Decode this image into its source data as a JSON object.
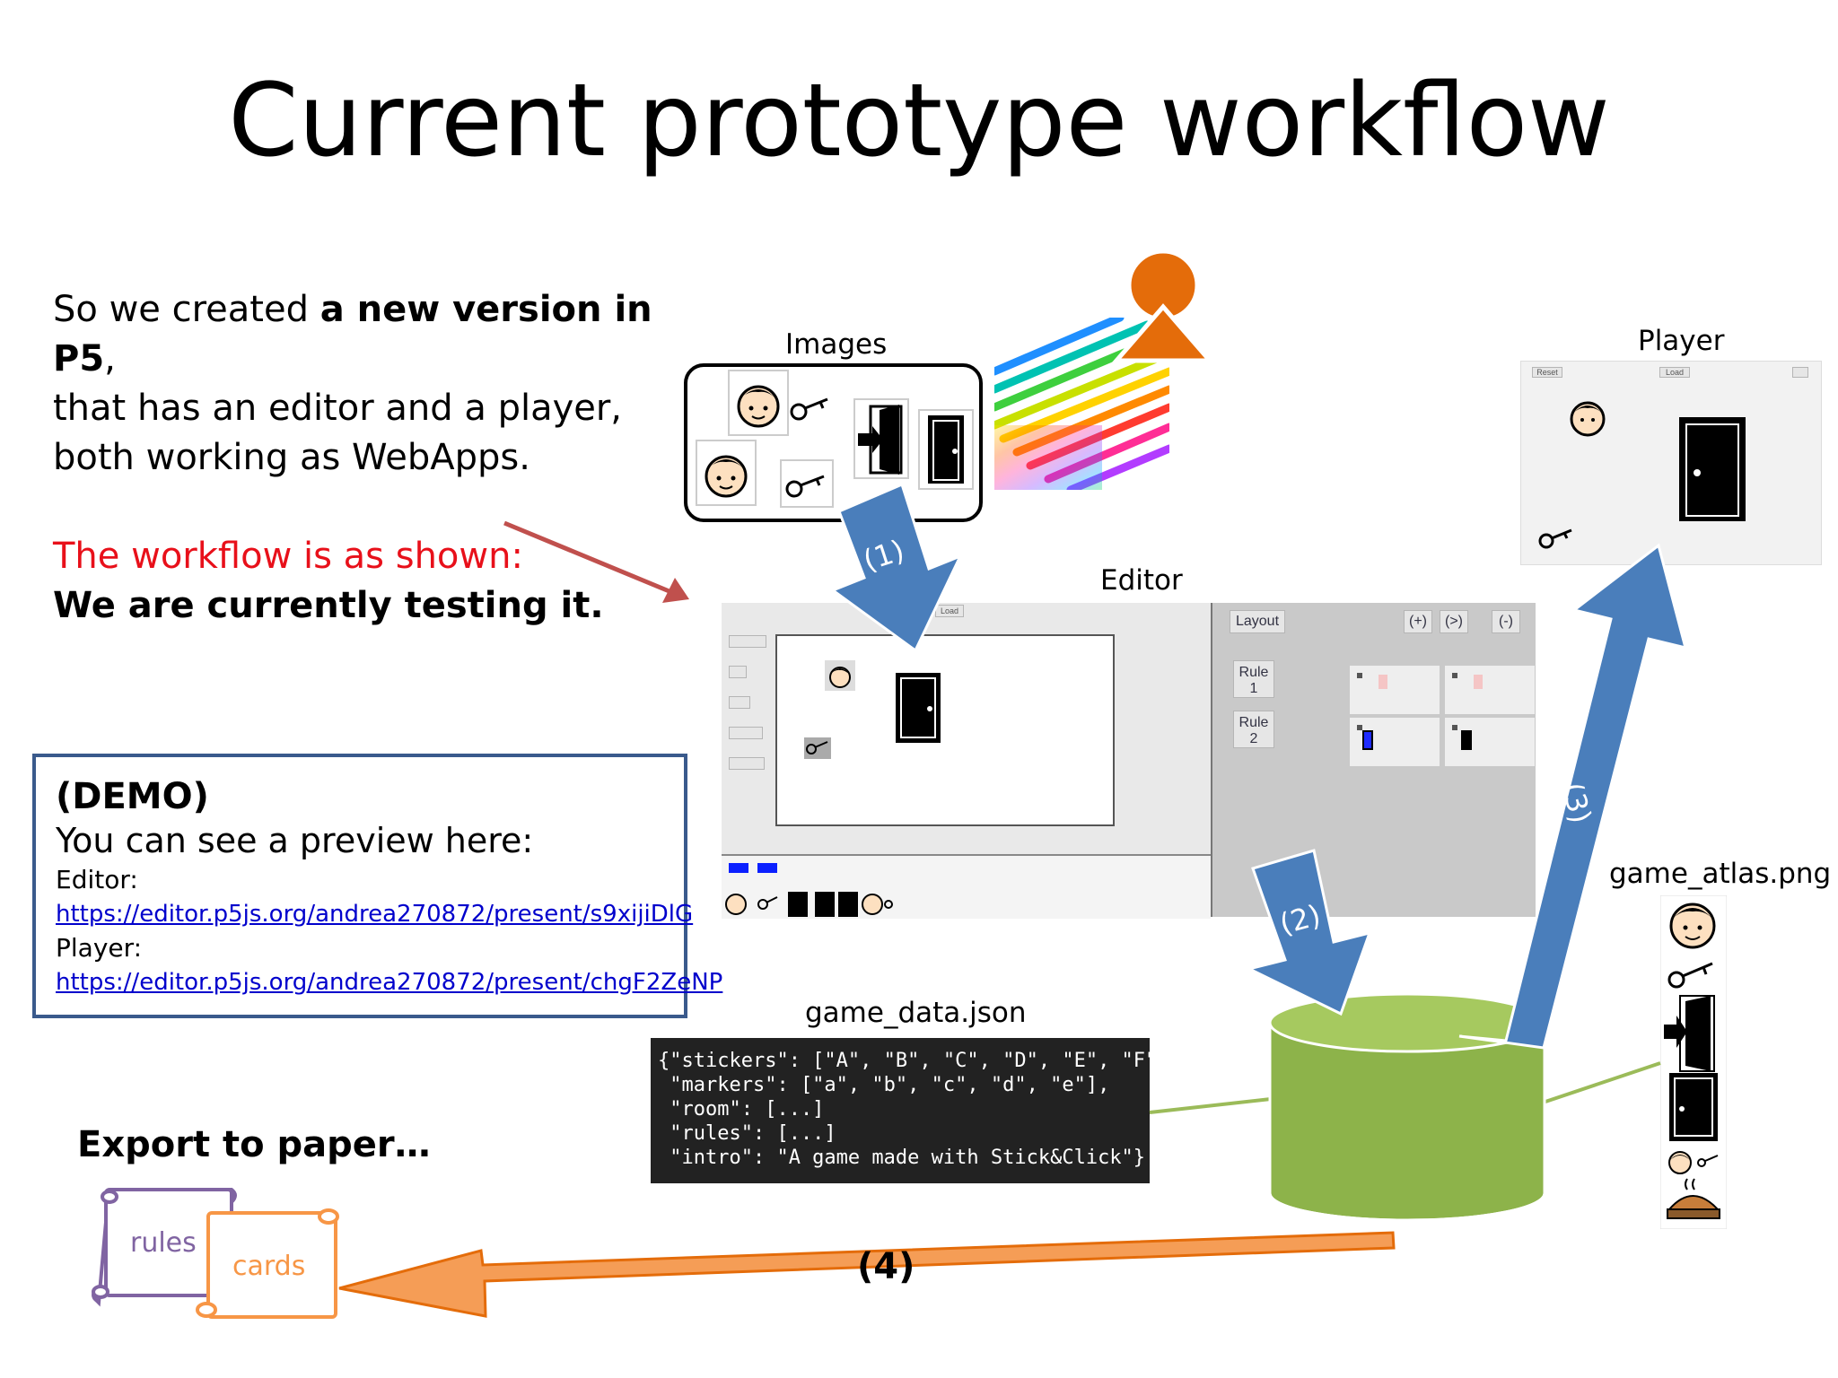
{
  "title": "Current prototype workflow",
  "intro": {
    "line1_pre": "So we created ",
    "line1_bold": "a new version in P5",
    "line1_post": ",",
    "line2": "that has an editor and a player,",
    "line3": "both working as WebApps.",
    "workflow_red": "The workflow is as shown:",
    "testing_bold": "We are currently testing it."
  },
  "demo": {
    "heading": "(DEMO)",
    "preview": "You can see a preview here:",
    "editor_label": "Editor:",
    "editor_url": "https://editor.p5js.org/andrea270872/present/s9xijiDlG",
    "player_label": "Player:",
    "player_url": "https://editor.p5js.org/andrea270872/present/chgF2ZeNP"
  },
  "labels": {
    "images": "Images",
    "editor": "Editor",
    "player": "Player",
    "game_atlas": "game_atlas.png",
    "game_data": "game_data.json",
    "export": "Export to paper…",
    "rules_scroll": "rules",
    "cards_scroll": "cards"
  },
  "steps": {
    "s1": "(1)",
    "s2": "(2)",
    "s3": "(3)",
    "s4": "(4)"
  },
  "json_code": "{\"stickers\": [\"A\", \"B\", \"C\", \"D\", \"E\", \"F\"],\n \"markers\": [\"a\", \"b\", \"c\", \"d\", \"e\"],\n \"room\": [...]\n \"rules\": [...]\n \"intro\": \"A game made with Stick&Click\"}",
  "editor_ui": {
    "layout_btn": "Layout",
    "add_btn": "(+)",
    "next_btn": "(>)",
    "remove_btn": "(-)",
    "rule1": "Rule\n1",
    "rule2": "Rule\n2",
    "load_btn": "Load"
  },
  "player_ui": {
    "reset_btn": "Reset",
    "load_btn": "Load"
  },
  "colors": {
    "arrow_blue": "#4a7ebb",
    "arrow_orange": "#f59d56",
    "db_green": "#8db34a",
    "red_text": "#e8101a",
    "demo_border": "#3a5a8c",
    "user_orange": "#e46c0a"
  }
}
